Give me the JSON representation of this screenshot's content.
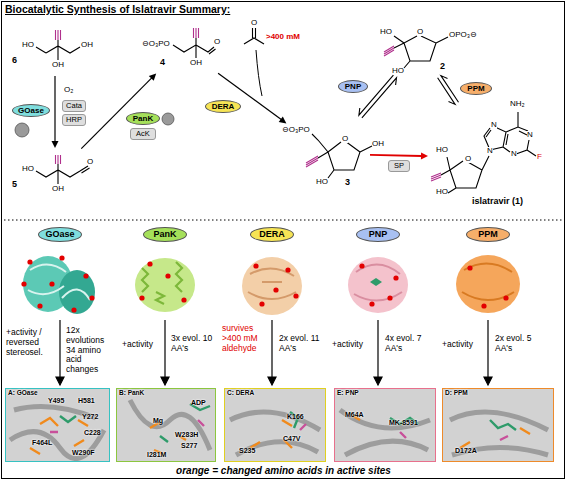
{
  "diagram": {
    "title": "Biocatalytic Synthesis of Islatravir Summary:",
    "caption": "orange = changed amino acids in active sites",
    "nodes": [
      {
        "text": [
          "GOase"
        ]
      },
      {
        "text": [
          "Cata"
        ]
      },
      {
        "text": [
          "HRP"
        ]
      },
      {
        "text": [
          "PanK"
        ]
      },
      {
        "text": [
          "AcK"
        ]
      },
      {
        "text": [
          "DERA"
        ]
      },
      {
        "text": [
          "PNP"
        ]
      },
      {
        "text": [
          "SP"
        ]
      },
      {
        "text": [
          "PPM"
        ]
      },
      {
        "text": [
          "6"
        ]
      },
      {
        "text": [
          "5"
        ]
      },
      {
        "text": [
          "4"
        ]
      },
      {
        "text": [
          "3"
        ]
      },
      {
        "text": [
          "2"
        ]
      },
      {
        "text": [
          "islatravir (1)"
        ]
      },
      {
        "text": [
          "GOase"
        ]
      },
      {
        "text": [
          "PanK"
        ]
      },
      {
        "text": [
          "DERA"
        ]
      },
      {
        "text": [
          "PNP"
        ]
      },
      {
        "text": [
          "PPM"
        ]
      },
      {
        "text": [
          "A: GOase",
          "Y495",
          "H581",
          "Y272",
          "C228",
          "F464L",
          "W290F"
        ]
      },
      {
        "text": [
          "B: PanK",
          "ADP",
          "Mg",
          "W283H",
          "S277",
          "I281M"
        ]
      },
      {
        "text": [
          "C: DERA",
          "K166",
          "C47V",
          "S235"
        ]
      },
      {
        "text": [
          "E: PNP",
          "M64A",
          "MK-8591"
        ]
      },
      {
        "text": [
          "D: PPM",
          "D172A"
        ]
      }
    ],
    "edges": [
      {
        "from": 9,
        "to": 10,
        "arrow": "to"
      },
      {
        "from": 10,
        "to": 11,
        "arrow": "to"
      },
      {
        "from": 11,
        "to": 12,
        "arrow": "to"
      },
      {
        "from": 12,
        "to": 13,
        "arrow": "both"
      },
      {
        "from": 13,
        "to": 14,
        "arrow": "both"
      },
      {
        "from": 12,
        "to": 14,
        "arrow": "to"
      }
    ],
    "labels": [
      "HO",
      "OH",
      "OH",
      "O₂",
      "HO",
      "O",
      "OH",
      "⊖O₃PO",
      "OH",
      "O",
      "O",
      ">400 mM",
      "⊖O₃PO",
      "O",
      "OH",
      "HO",
      "HO",
      "O",
      "OPO₃⊖",
      "HO",
      "NH₂",
      "N",
      "N",
      "N",
      "N",
      "F",
      "HO",
      "O",
      "HO",
      "+activity / reversed stereosel.",
      "12x evolutions 34 amino acid changes",
      "+activity",
      "3x evol. 10 AA's",
      "survives >400 mM aldehyde",
      "2x evol. 11 AA's",
      "+activity",
      "4x evol. 7 AA's",
      "+activity",
      "2x evol. 5 AA's"
    ]
  }
}
